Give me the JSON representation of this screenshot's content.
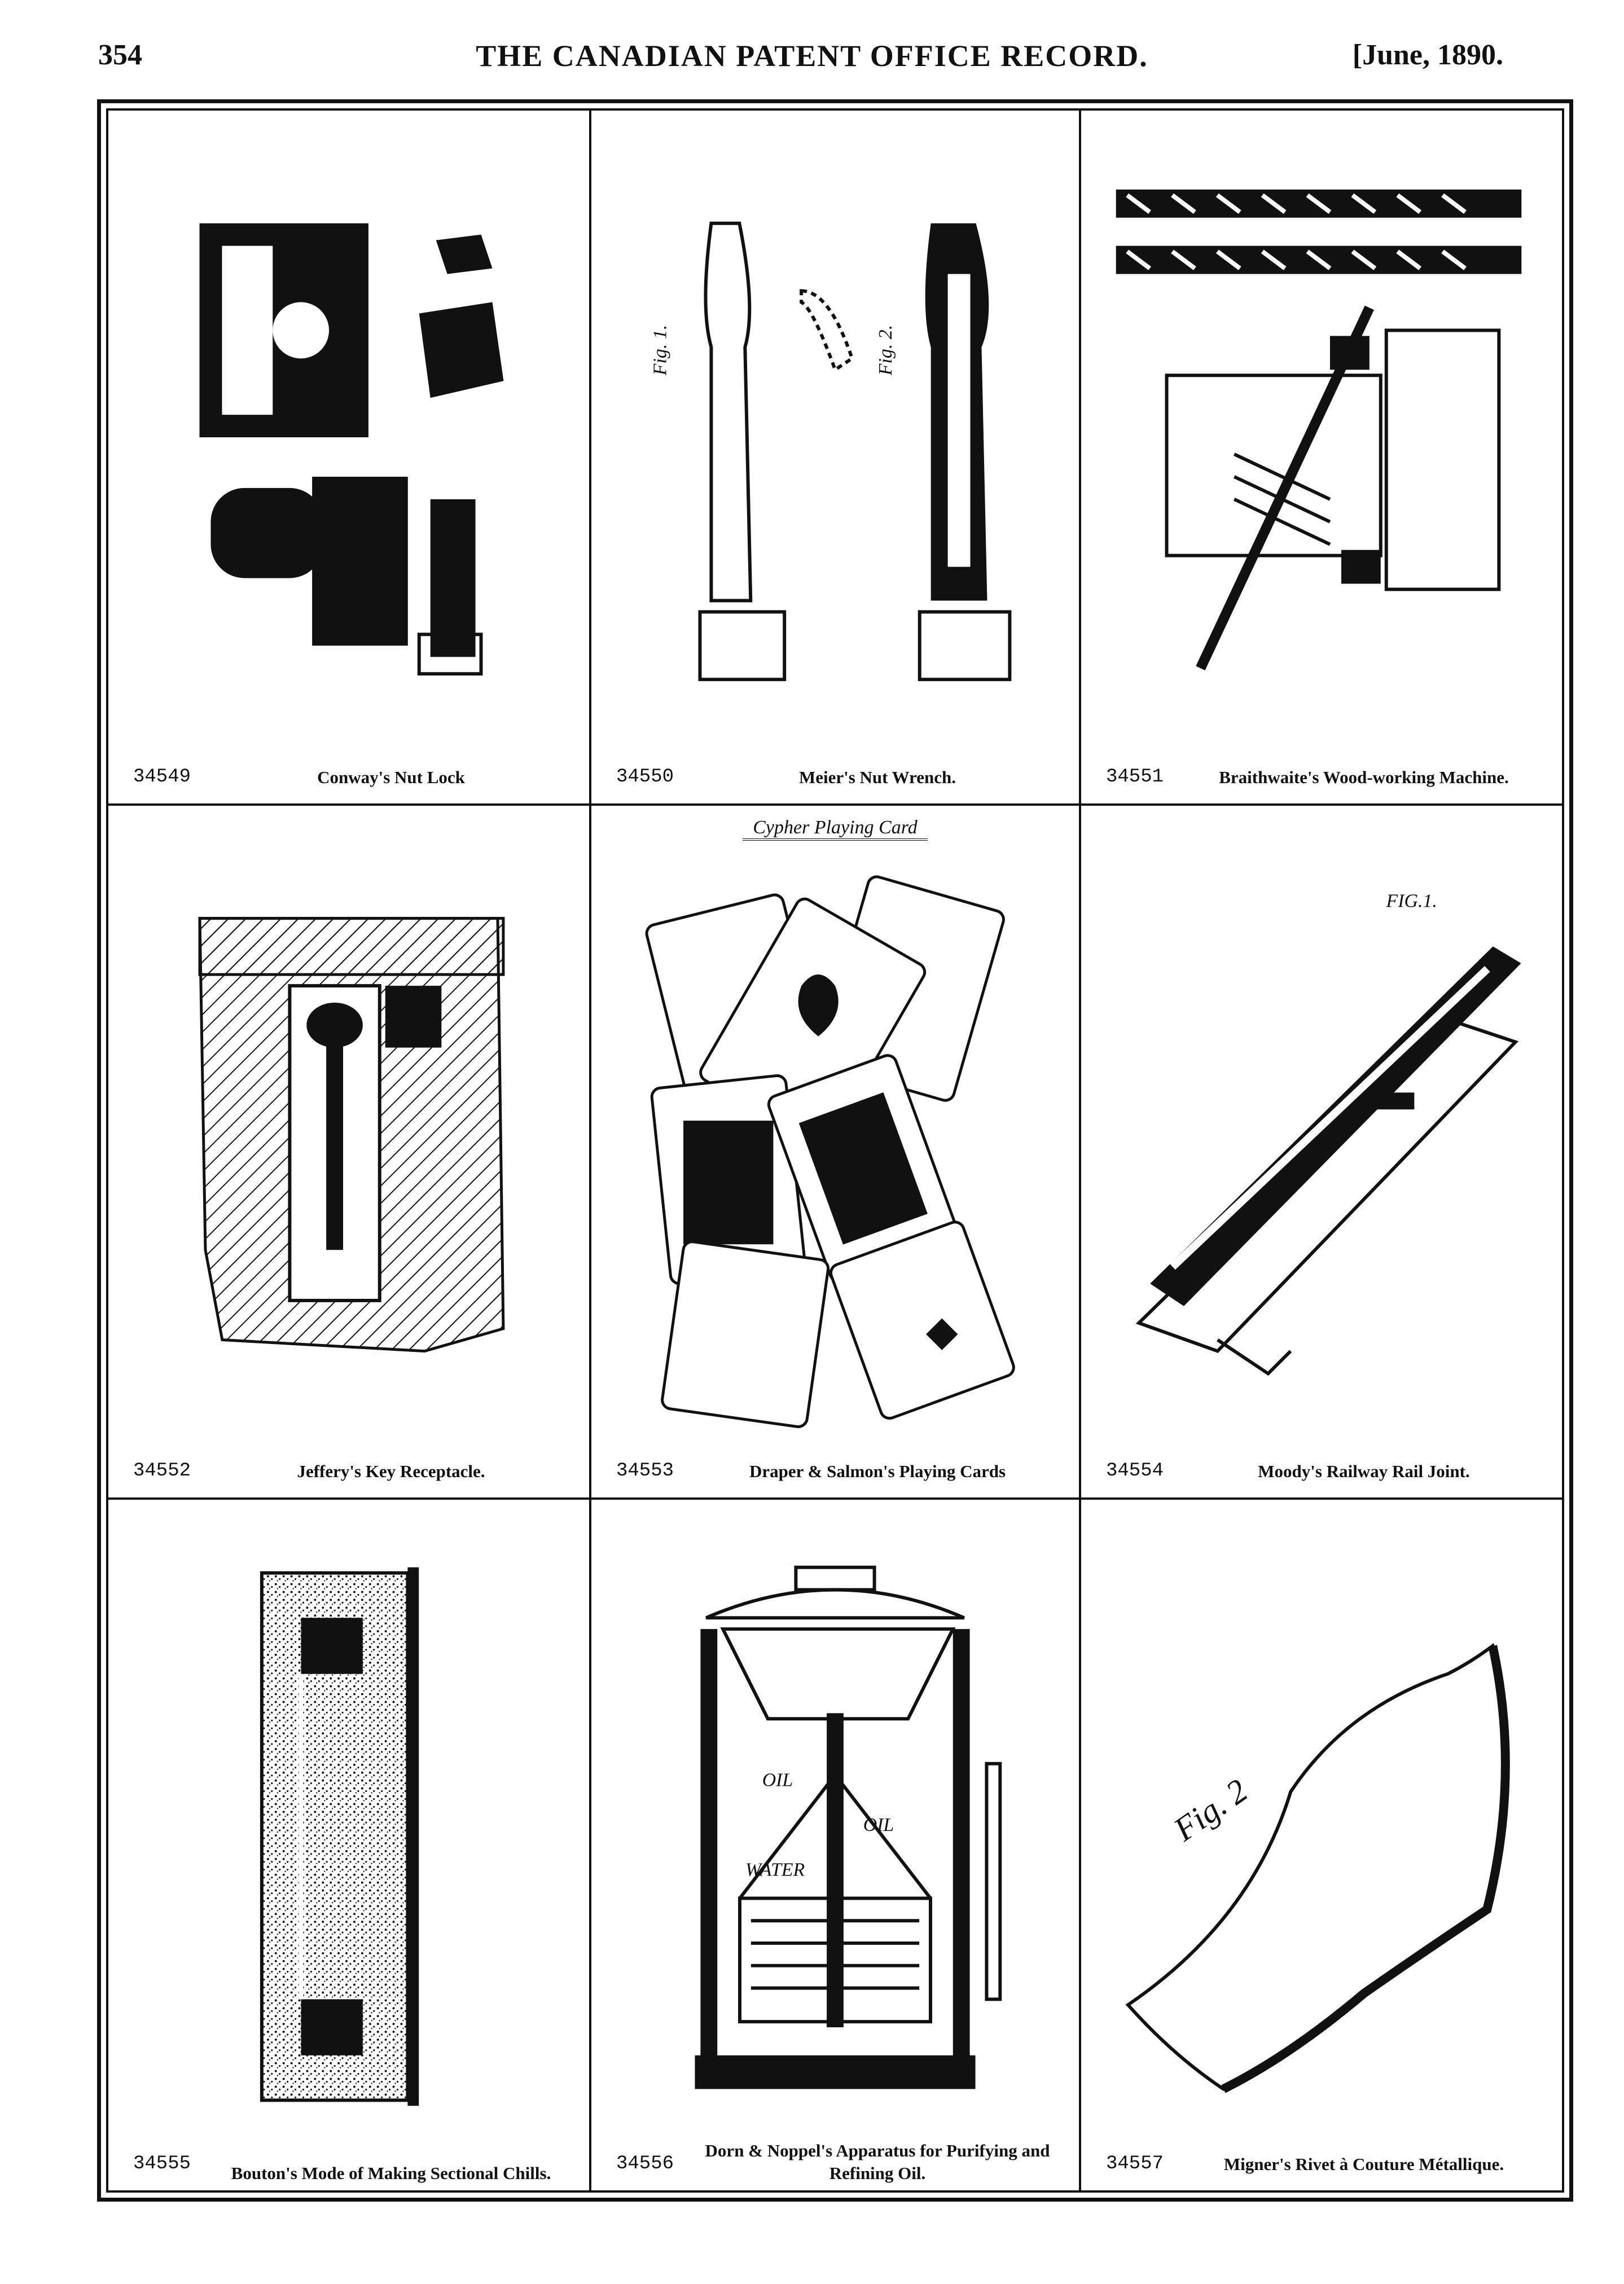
{
  "header": {
    "page_number": "354",
    "title": "THE CANADIAN PATENT OFFICE RECORD.",
    "date": "[June, 1890."
  },
  "patents": [
    {
      "number": "34549",
      "title": "Conway's Nut Lock"
    },
    {
      "number": "34550",
      "title": "Meier's Nut Wrench."
    },
    {
      "number": "34551",
      "title": "Braithwaite's Wood-working Machine."
    },
    {
      "number": "34552",
      "title": "Jeffery's Key Receptacle."
    },
    {
      "number": "34553",
      "title": "Draper & Salmon's Playing Cards",
      "banner": "Cypher Playing Card"
    },
    {
      "number": "34554",
      "title": "Moody's Railway Rail Joint."
    },
    {
      "number": "34555",
      "title": "Bouton's Mode of Making Sectional Chills."
    },
    {
      "number": "34556",
      "title": "Dorn & Noppel's Apparatus for Purifying and Refining Oil."
    },
    {
      "number": "34557",
      "title": "Migner's Rivet à Couture Métallique."
    }
  ],
  "figure_labels": {
    "nut_wrench": [
      "Fig. 1.",
      "Fig. 2."
    ],
    "rail_joint": "FIG.1.",
    "rivet": "Fig. 2",
    "oil_apparatus": [
      "OIL",
      "OIL",
      "WATER"
    ]
  }
}
